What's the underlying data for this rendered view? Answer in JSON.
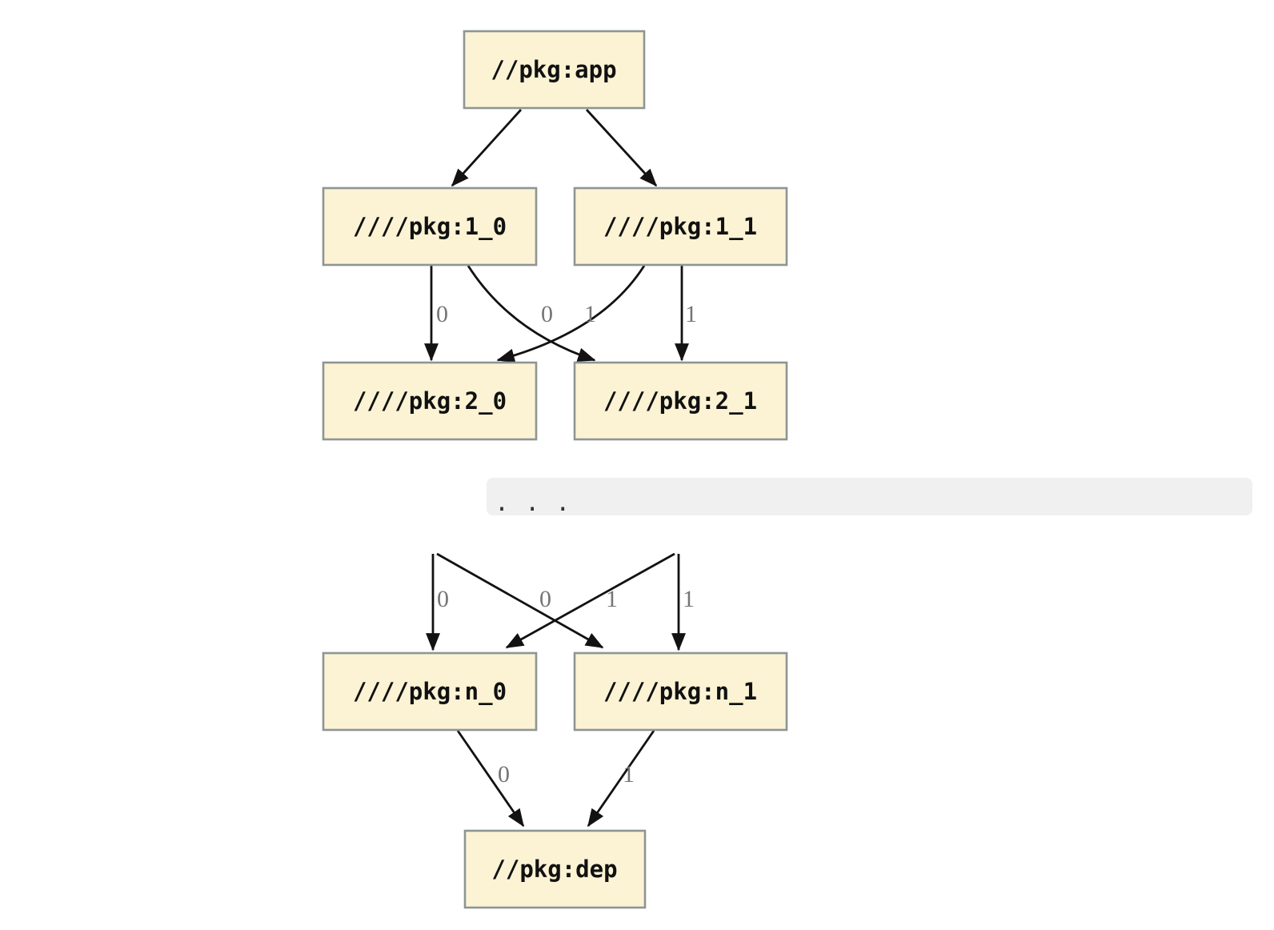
{
  "diagram": {
    "type": "dependency-graph",
    "description": "Package dependency graph with versioned nodes and numbered dependency edges"
  },
  "nodes": {
    "app": {
      "label": "//pkg:app"
    },
    "v1_0": {
      "label": "////pkg:1_0"
    },
    "v1_1": {
      "label": "////pkg:1_1"
    },
    "v2_0": {
      "label": "////pkg:2_0"
    },
    "v2_1": {
      "label": "////pkg:2_1"
    },
    "vn_0": {
      "label": "////pkg:n_0"
    },
    "vn_1": {
      "label": "////pkg:n_1"
    },
    "dep": {
      "label": "//pkg:dep"
    }
  },
  "edges": [
    {
      "from": "//pkg:app",
      "to": "////pkg:1_0",
      "label": ""
    },
    {
      "from": "//pkg:app",
      "to": "////pkg:1_1",
      "label": ""
    },
    {
      "from": "////pkg:1_0",
      "to": "////pkg:2_0",
      "label": "0"
    },
    {
      "from": "////pkg:1_0",
      "to": "////pkg:2_1",
      "label": "1"
    },
    {
      "from": "////pkg:1_1",
      "to": "////pkg:2_0",
      "label": "0"
    },
    {
      "from": "////pkg:1_1",
      "to": "////pkg:2_1",
      "label": "1"
    },
    {
      "from": "...",
      "to": "////pkg:n_0",
      "label": "0"
    },
    {
      "from": "...",
      "to": "////pkg:n_1",
      "label": "1"
    },
    {
      "from": "...",
      "to": "////pkg:n_0",
      "label": "0"
    },
    {
      "from": "...",
      "to": "////pkg:n_1",
      "label": "1"
    },
    {
      "from": "////pkg:n_0",
      "to": "//pkg:dep",
      "label": "0"
    },
    {
      "from": "////pkg:n_1",
      "to": "//pkg:dep",
      "label": "1"
    }
  ],
  "ellipsis": {
    "text": ". . ."
  },
  "colors": {
    "background": "#FFFFFF",
    "node_fill": "#FBF3D4",
    "node_border": "#8E9594",
    "node_text": "#111111",
    "edge": "#121212",
    "edge_label": "#757575",
    "band_bg": "#F0F0F0",
    "band_text": "#333333"
  }
}
